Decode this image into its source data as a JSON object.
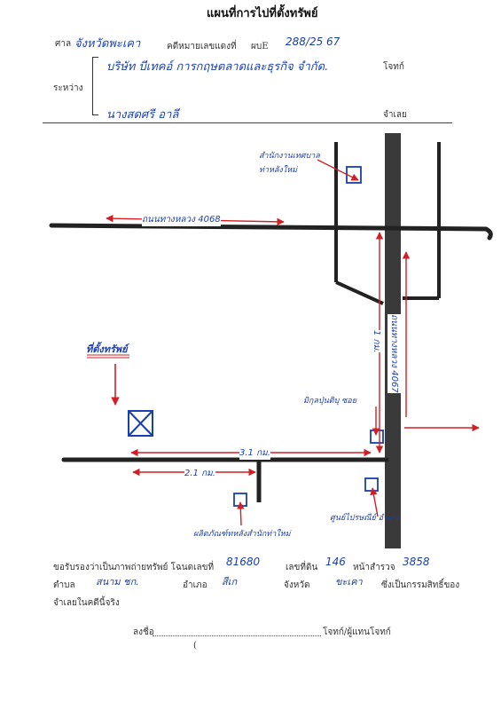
{
  "header": {
    "title": "แผนที่การไปที่ตั้งทรัพย์",
    "court_label": "ศาล",
    "court_value": "จังหวัดพะเคา",
    "case_label": "คดีหมายเลขแดงที่",
    "case_prefix": "ผบE",
    "case_number": "288/25 67",
    "between_label": "ระหว่าง",
    "plaintiff_value": "บริษัท บีเทคอ์ การกฤษตลาดและธุรกิจ จำกัด.",
    "plaintiff_role": "โจทก์",
    "defendant_value": "นางสดศรี อาลี",
    "defendant_role": "จำเลย"
  },
  "map": {
    "place_top": "สำนักงานเทศบาล ท่าหลังใหม่",
    "road_horizontal": "ถนนทางหลวง 4068",
    "road_vertical": "ถนนทางหลวง 4067",
    "distance_vertical": "1 กม.",
    "property_label": "ที่ตั้งทรัพย์",
    "place_right_mid": "มิกุลปุ่นติบุ ซอย",
    "distance_main": "3.1 กม.",
    "distance_sub": "2.1 กม.",
    "place_bottom_left": "ผลิตภัณฑ์ทหลังสำนักท่าใหม่",
    "place_bottom_right": "ศูนย์ไปรษณีย์ อำเภอ"
  },
  "certification": {
    "line1_prefix": "ขอรับรองว่าเป็นภาพถ่ายทรัพย์ โฉนดเลขที่",
    "deed_number": "81680",
    "land_label": "เลขที่ดิน",
    "land_number": "146",
    "survey_label": "หน้าสำรวจ",
    "survey_number": "3858",
    "subdistrict_label": "ตำบล",
    "subdistrict_value": "สนาม ชก.",
    "district_label": "อำเภอ",
    "district_value": "สีเก",
    "province_label": "จังหวัด",
    "province_value": "ขะเคา",
    "ownership_text": "ซึ่งเป็นกรรมสิทธิ์ของ",
    "line3": "จำเลยในคดีนี้จริง",
    "sign_label": "ลงชื่อ",
    "sign_role": "โจทก์/ผู้แทนโจทก์",
    "paren_open": "("
  }
}
